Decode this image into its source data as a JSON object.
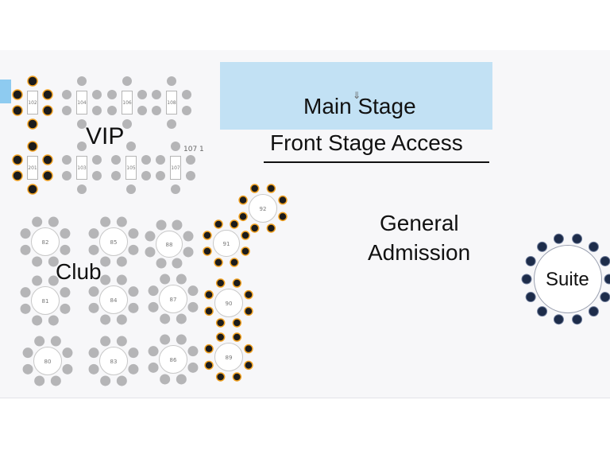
{
  "labels": {
    "main_stage": "Main Stage",
    "front_stage_access": "Front Stage Access",
    "vip": "VIP",
    "club": "Club",
    "general_admission_line1": "General",
    "general_admission_line2": "Admission",
    "suite": "Suite",
    "stray": "107 1"
  },
  "vip_tables": [
    {
      "id": "102",
      "selected": true
    },
    {
      "id": "104",
      "selected": false
    },
    {
      "id": "106",
      "selected": false
    },
    {
      "id": "108",
      "selected": false
    },
    {
      "id": "201",
      "selected": true
    },
    {
      "id": "103",
      "selected": false
    },
    {
      "id": "105",
      "selected": false
    },
    {
      "id": "107",
      "selected": false
    }
  ],
  "club_tables": [
    {
      "id": "82",
      "selected": false
    },
    {
      "id": "85",
      "selected": false
    },
    {
      "id": "88",
      "selected": false
    },
    {
      "id": "91",
      "selected": true
    },
    {
      "id": "92",
      "selected": true
    },
    {
      "id": "81",
      "selected": false
    },
    {
      "id": "84",
      "selected": false
    },
    {
      "id": "87",
      "selected": false
    },
    {
      "id": "90",
      "selected": true
    },
    {
      "id": "80",
      "selected": false
    },
    {
      "id": "83",
      "selected": false
    },
    {
      "id": "86",
      "selected": false
    },
    {
      "id": "89",
      "selected": true
    }
  ],
  "colors": {
    "chair_available": "#b5b5b7",
    "chair_selected_fill": "#1c1c1c",
    "chair_selected_ring": "#f0a020",
    "chair_suite_fill": "#1d2c4a",
    "stage": "#c2e1f4"
  }
}
